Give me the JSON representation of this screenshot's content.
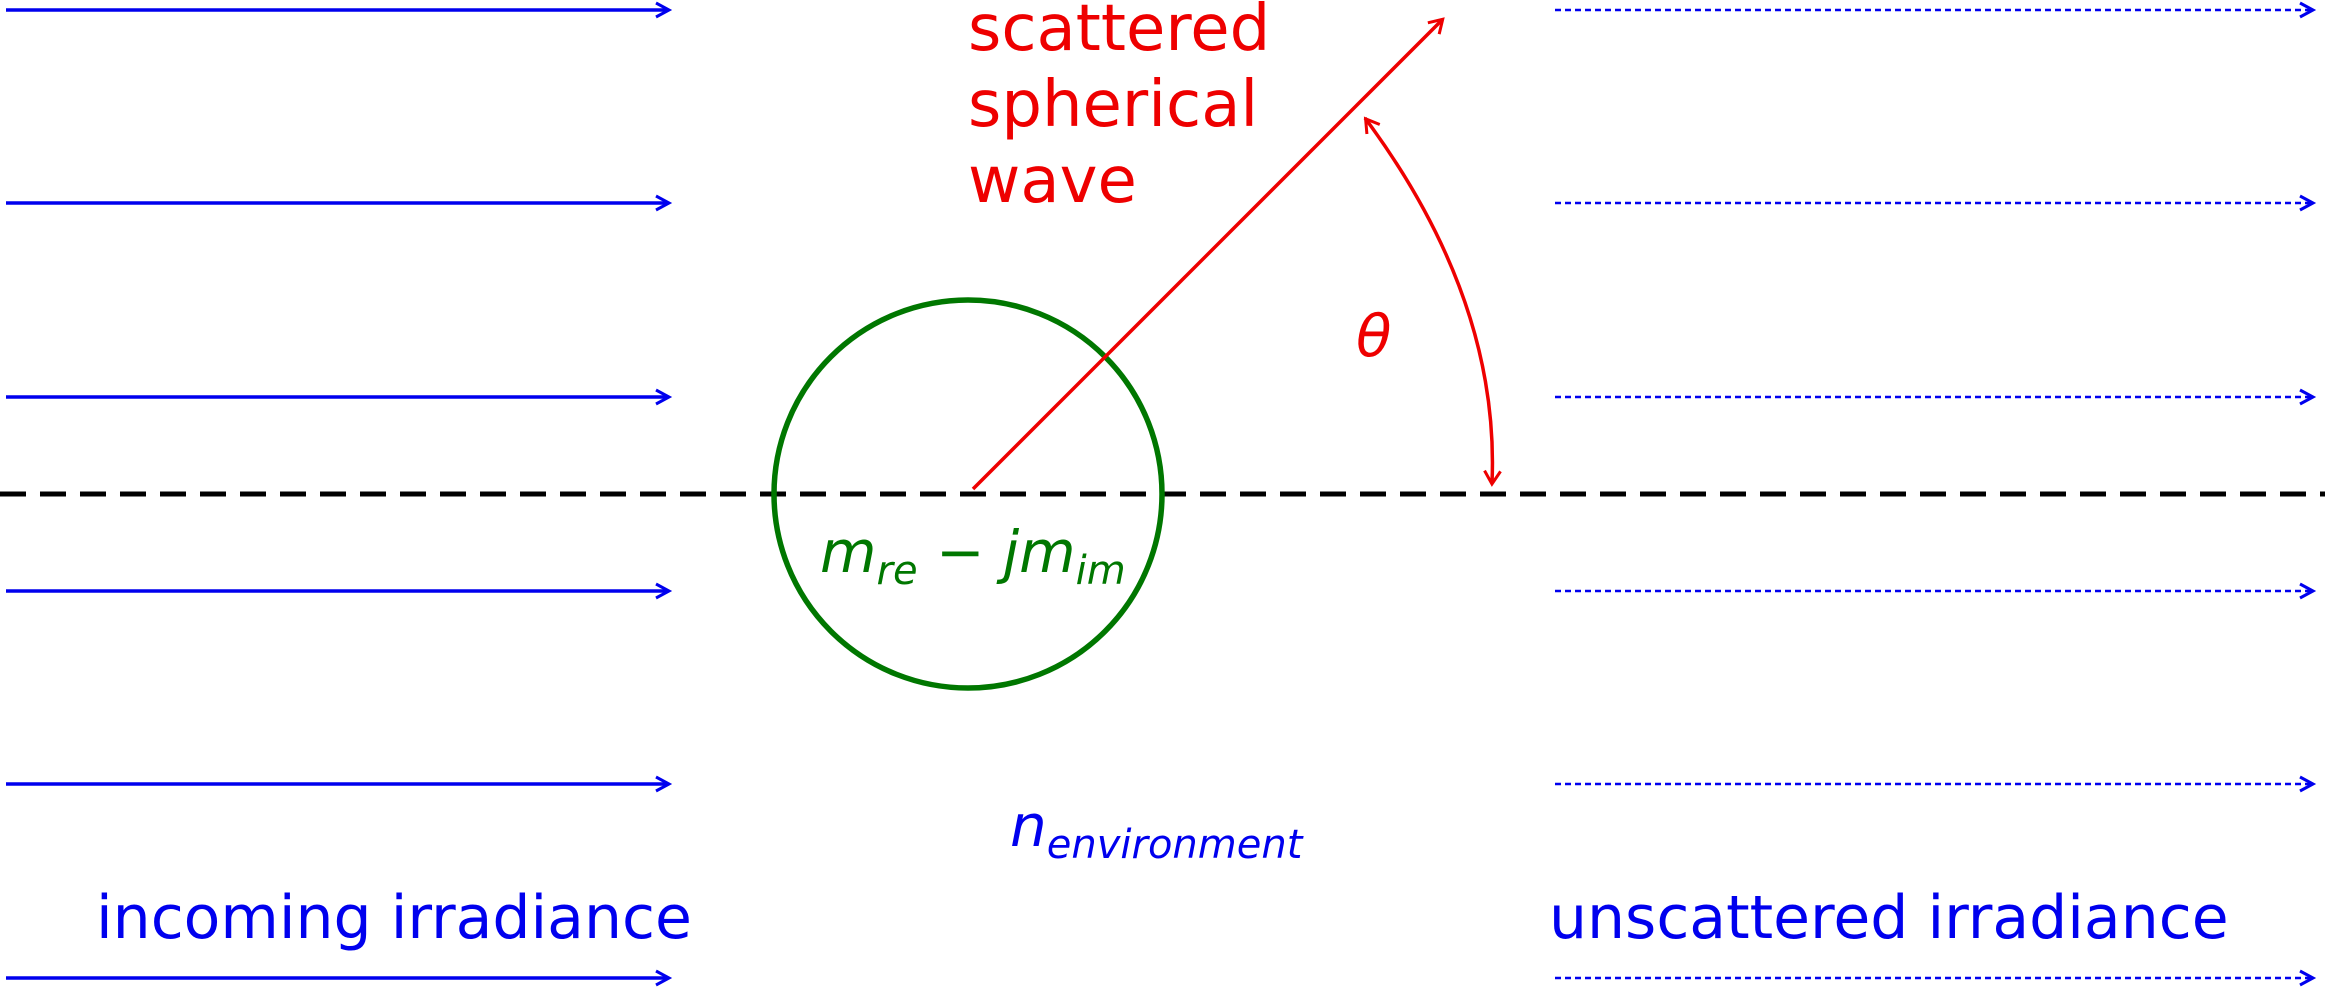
{
  "labels": {
    "scattered_line1": "scattered",
    "scattered_line2": "spherical",
    "scattered_line3": "wave",
    "theta": "θ",
    "particle_m": "m",
    "particle_re": "re",
    "particle_minus": " − j",
    "particle_m2": "m",
    "particle_im": "im",
    "environment_n": "n",
    "environment_sub": "environment",
    "incoming": "incoming irradiance",
    "unscattered": "unscattered irradiance"
  },
  "colors": {
    "incoming": "#0000ee",
    "scattered": "#ee0000",
    "particle": "#007700",
    "axis": "#000000"
  },
  "icons": {
    "incoming_arrow": "arrow-right-icon",
    "unscattered_arrow": "dashed-arrow-right-icon",
    "scattered_arrow": "arrow-up-right-icon",
    "theta_arc": "double-arrow-arc-icon"
  }
}
